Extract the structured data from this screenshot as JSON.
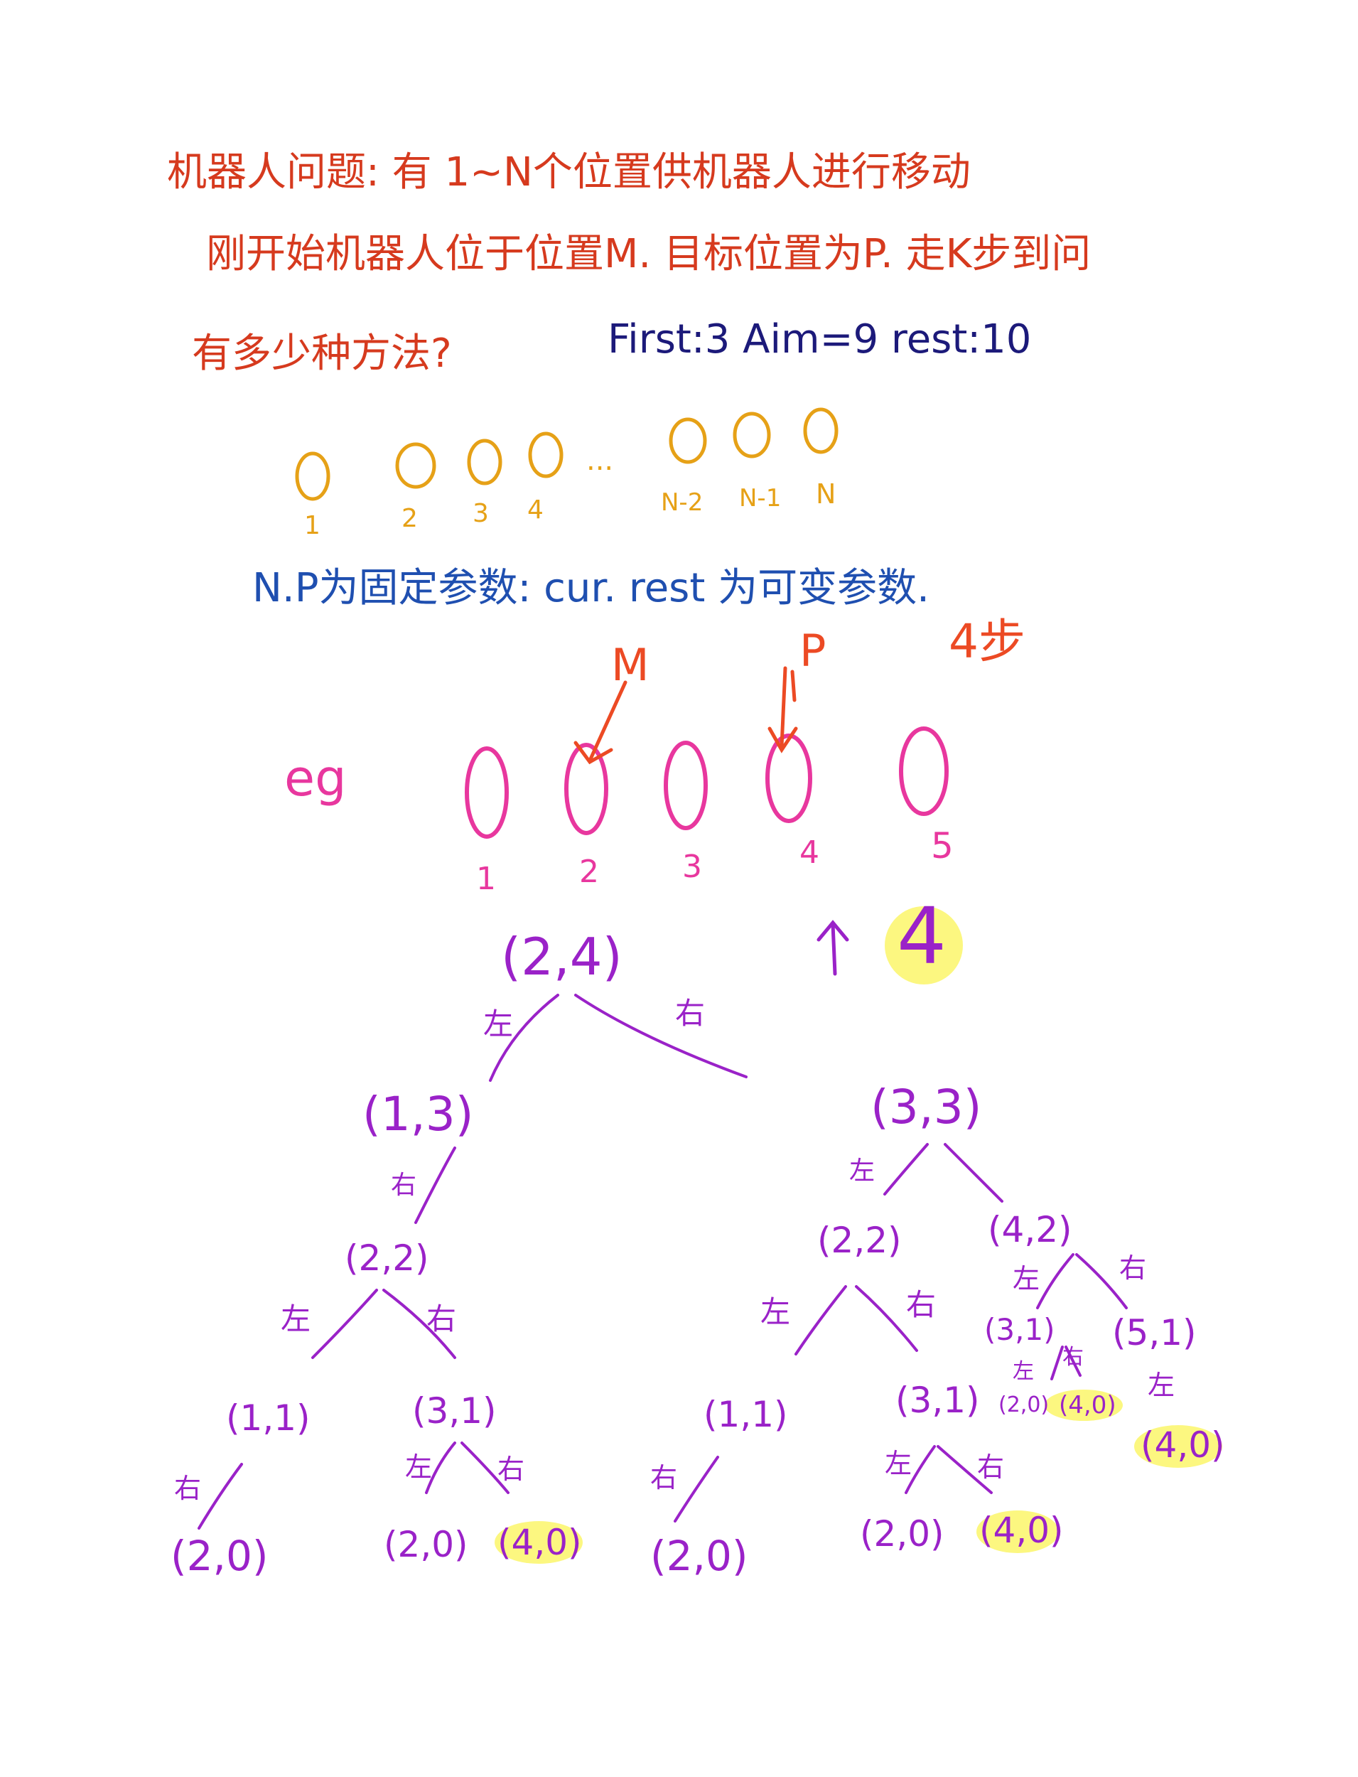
{
  "problem": {
    "line1": "机器人问题: 有 1~N个位置供机器人进行移动",
    "line2": "刚开始机器人位于位置M. 目标位置为P. 走K步到问",
    "line3": "有多少种方法?",
    "example_params": "First:3   Aim=9   rest:10"
  },
  "positions_row": {
    "circle_labels": [
      "1",
      "2",
      "3",
      "4",
      "N-2",
      "N-1",
      "N"
    ],
    "ellipsis": "..."
  },
  "params_note": "N.P为固定参数: cur. rest 为可变参数.",
  "example": {
    "eg_label": "eg",
    "marker_m": "M",
    "marker_p": "P",
    "steps_label": "4步",
    "circle_labels": [
      "1",
      "2",
      "3",
      "4",
      "5"
    ],
    "highlight_count": "4"
  },
  "tree": {
    "root": "(2,4)",
    "left_branch": "左",
    "right_branch": "右",
    "level1": [
      "(1,3)",
      "(3,3)"
    ],
    "level2": [
      "(2,2)",
      "(2,2)",
      "(4,2)"
    ],
    "level3": [
      "(1,1)",
      "(3,1)",
      "(1,1)",
      "(3,1)",
      "(3,1)",
      "(5,1)"
    ],
    "level4": [
      "(2,0)",
      "(2,0)",
      "(4,0)",
      "(2,0)",
      "(2,0)",
      "(4,0)",
      "(2,0)",
      "(4,0)",
      "(4,0)"
    ]
  },
  "colors": {
    "red": "#d63a1e",
    "navy": "#1c1a7a",
    "blue": "#1f4fb0",
    "orange": "#e6a117",
    "pink": "#e8379e",
    "purple": "#9a22c8",
    "highlight": "#fbf66a"
  }
}
